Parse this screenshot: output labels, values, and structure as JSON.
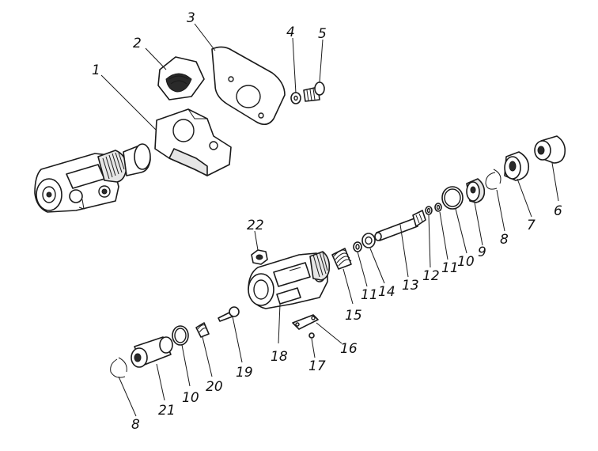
{
  "diagram": {
    "callouts": [
      {
        "id": "c1",
        "text": "1"
      },
      {
        "id": "c2",
        "text": "2"
      },
      {
        "id": "c3",
        "text": "3"
      },
      {
        "id": "c4",
        "text": "4"
      },
      {
        "id": "c5",
        "text": "5"
      },
      {
        "id": "c6",
        "text": "6"
      },
      {
        "id": "c7",
        "text": "7"
      },
      {
        "id": "c8a",
        "text": "8"
      },
      {
        "id": "c9",
        "text": "9"
      },
      {
        "id": "c10a",
        "text": "10"
      },
      {
        "id": "c11a",
        "text": "11"
      },
      {
        "id": "c12",
        "text": "12"
      },
      {
        "id": "c13",
        "text": "13"
      },
      {
        "id": "c14",
        "text": "14"
      },
      {
        "id": "c11b",
        "text": "11"
      },
      {
        "id": "c15",
        "text": "15"
      },
      {
        "id": "c16",
        "text": "16"
      },
      {
        "id": "c17",
        "text": "17"
      },
      {
        "id": "c18",
        "text": "18"
      },
      {
        "id": "c19",
        "text": "19"
      },
      {
        "id": "c20",
        "text": "20"
      },
      {
        "id": "c10b",
        "text": "10"
      },
      {
        "id": "c21",
        "text": "21"
      },
      {
        "id": "c8b",
        "text": "8"
      },
      {
        "id": "c22",
        "text": "22"
      }
    ]
  }
}
